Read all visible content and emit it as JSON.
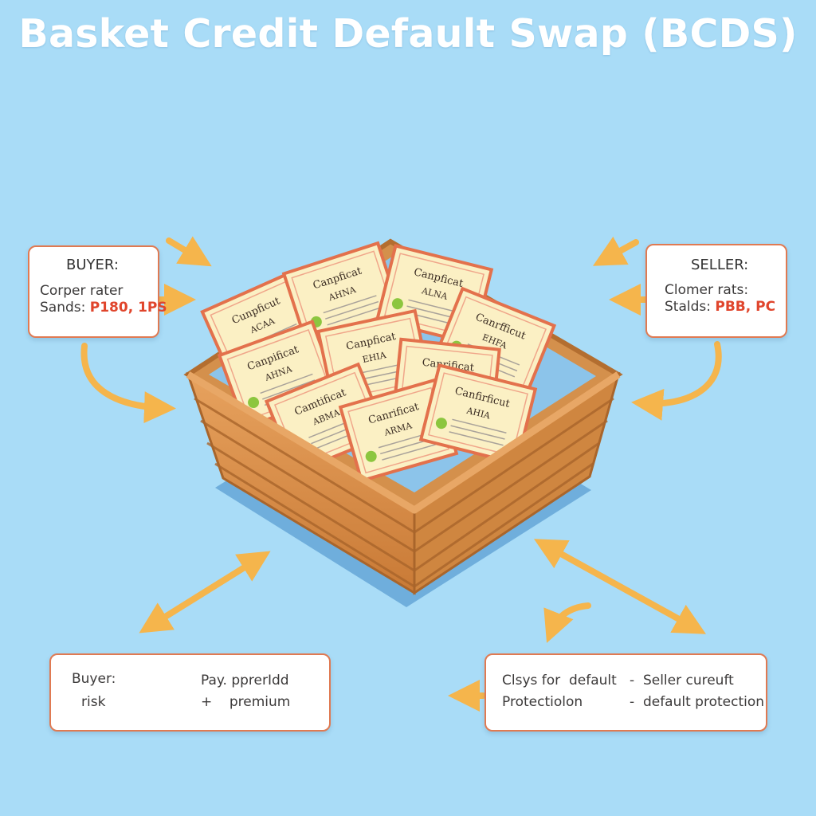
{
  "title": "Basket Credit Default Swap (BCDS)",
  "colors": {
    "background": "#a9dcf7",
    "box_border": "#e07a52",
    "arrow": "#f5b54c",
    "highlight_text": "#e0452c",
    "basket": "#d98b45"
  },
  "buyer_box": {
    "heading": "BUYER:",
    "line1": "Corper rater",
    "line2_prefix": "Sands: ",
    "line2_highlight": "P180, 1PS"
  },
  "seller_box": {
    "heading": "SELLER:",
    "line1": "Clomer rats:",
    "line2_prefix": "Stalds: ",
    "line2_highlight": "PBB, PC"
  },
  "buyer_risk_box": {
    "label_top": "Buyer:",
    "label_bottom": "risk",
    "value_top": "Pay. pprerIdd",
    "value_bottom": "+    premium"
  },
  "seller_protection_box": {
    "label_top": "Clsys for  default",
    "label_bottom": "Protectiolon",
    "value_top": "-  Seller cureuft",
    "value_bottom": "-  default protection"
  },
  "certificates": [
    {
      "title": "Cunpficut",
      "subtitle": "ACAA"
    },
    {
      "title": "Canpficat",
      "subtitle": "AHNA"
    },
    {
      "title": "Canpficat",
      "subtitle": "ALNA"
    },
    {
      "title": "Canrfficut",
      "subtitle": "EHFA"
    },
    {
      "title": "Canpificat",
      "subtitle": "AHNA"
    },
    {
      "title": "Canpficat",
      "subtitle": "EHIA"
    },
    {
      "title": "Canrificat",
      "subtitle": "ALNA"
    },
    {
      "title": "Camtificat",
      "subtitle": "ABMA"
    },
    {
      "title": "Canrificat",
      "subtitle": "ARMA"
    },
    {
      "title": "Canfirficut",
      "subtitle": "AHIA"
    }
  ],
  "icons": [
    "arrow-icon",
    "double-arrow-icon",
    "curved-arrow-icon",
    "basket-icon",
    "certificate-icon"
  ]
}
